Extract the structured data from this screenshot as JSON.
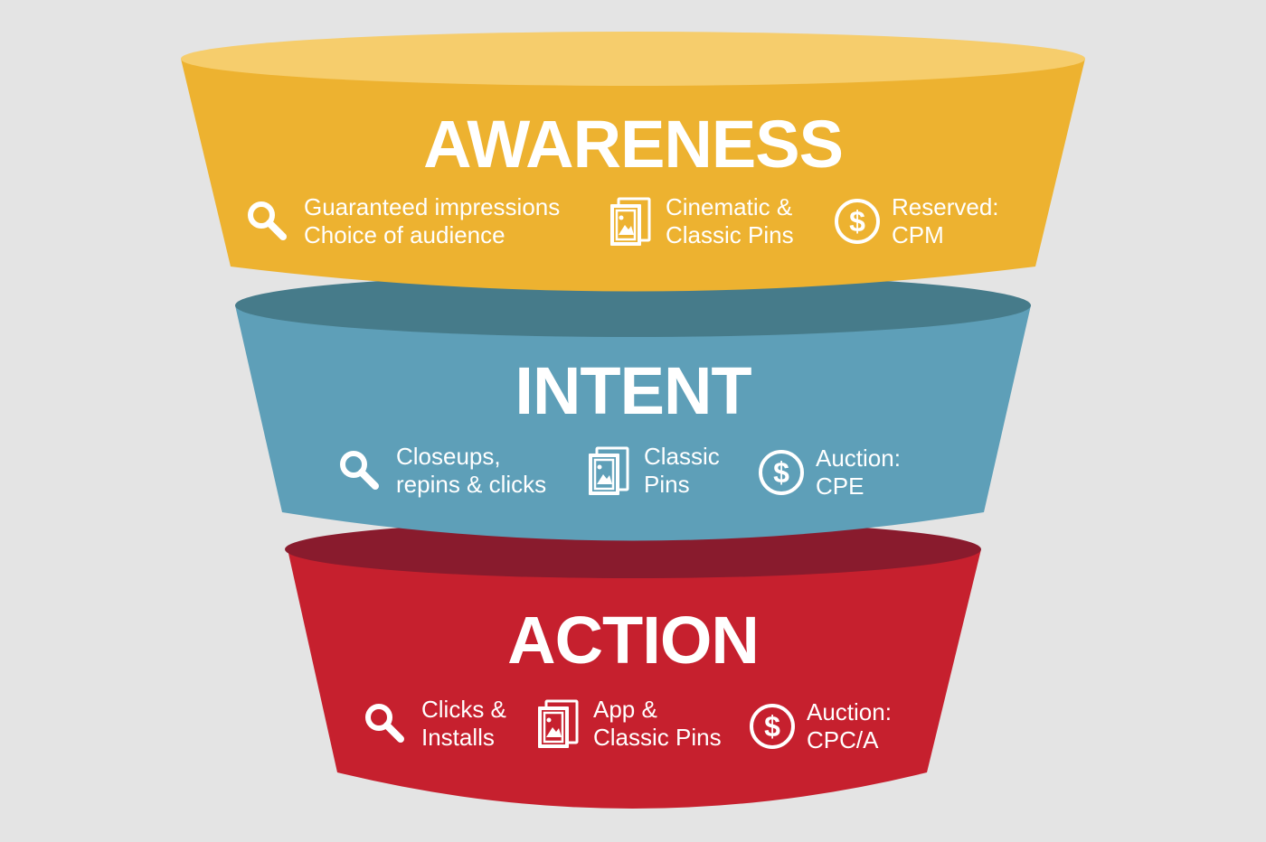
{
  "colors": {
    "background": "#e4e4e4",
    "awareness_body": "#edb230",
    "awareness_rim": "#f6cd6c",
    "intent_body": "#5e9fb8",
    "intent_rim": "#467b8a",
    "action_body": "#c6202e",
    "action_rim": "#891b2d",
    "text": "#ffffff"
  },
  "stages": [
    {
      "title": "AWARENESS",
      "items": [
        {
          "icon": "search-icon",
          "line1": "Guaranteed impressions",
          "line2": "Choice of audience"
        },
        {
          "icon": "pins-icon",
          "line1": "Cinematic &",
          "line2": "Classic Pins"
        },
        {
          "icon": "dollar-icon",
          "line1": "Reserved:",
          "line2": "CPM"
        }
      ]
    },
    {
      "title": "INTENT",
      "items": [
        {
          "icon": "search-icon",
          "line1": "Closeups,",
          "line2": "repins & clicks"
        },
        {
          "icon": "pins-icon",
          "line1": "Classic",
          "line2": "Pins"
        },
        {
          "icon": "dollar-icon",
          "line1": "Auction:",
          "line2": "CPE"
        }
      ]
    },
    {
      "title": "ACTION",
      "items": [
        {
          "icon": "search-icon",
          "line1": "Clicks &",
          "line2": "Installs"
        },
        {
          "icon": "pins-icon",
          "line1": "App &",
          "line2": "Classic Pins"
        },
        {
          "icon": "dollar-icon",
          "line1": "Auction:",
          "line2": "CPC/A"
        }
      ]
    }
  ]
}
